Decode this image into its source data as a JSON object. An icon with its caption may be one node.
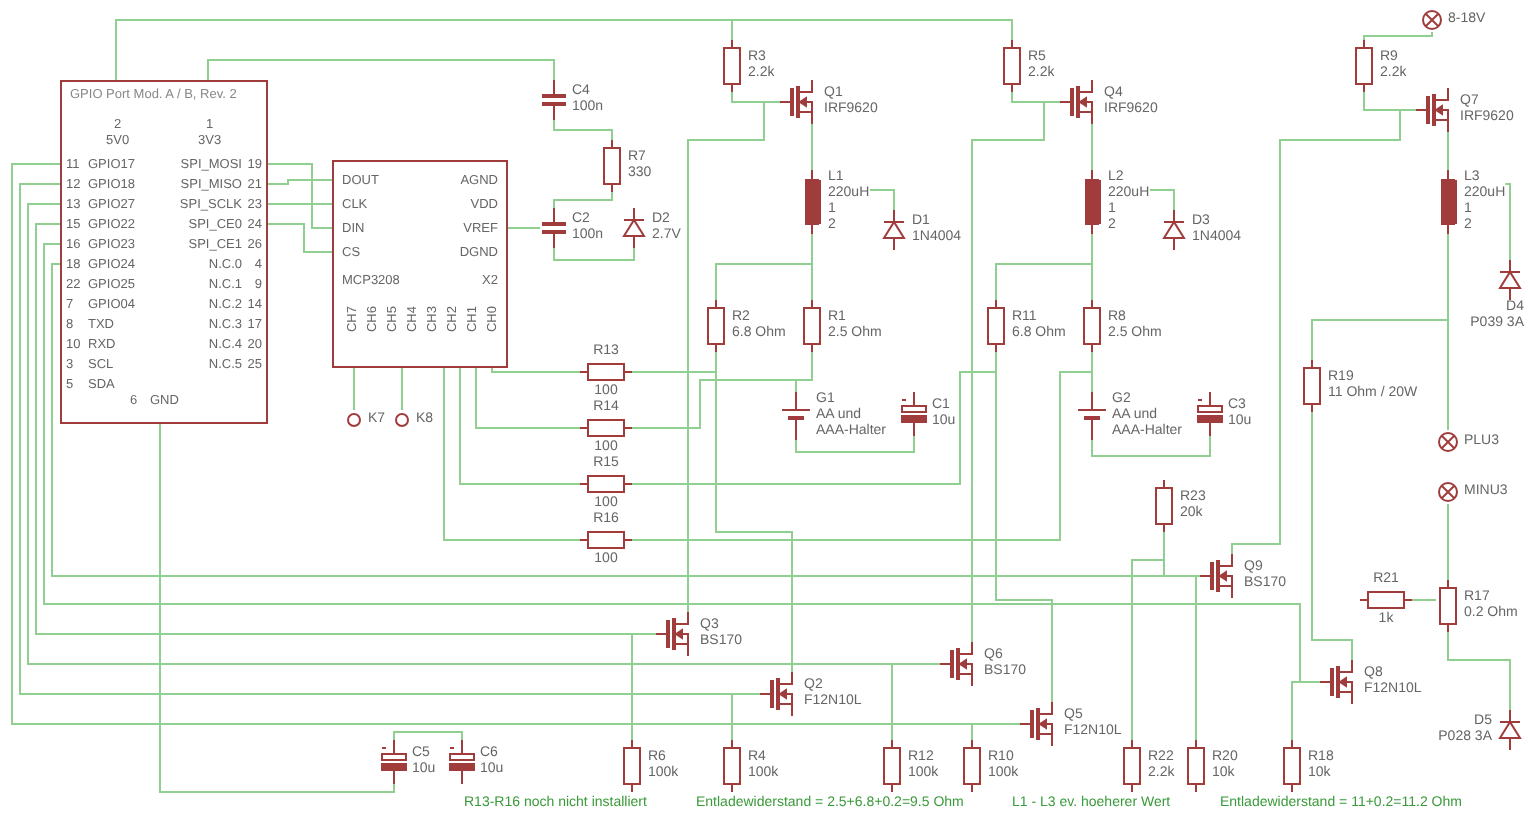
{
  "diagram": {
    "nodes": [
      {
        "text": [
          "GPIO Port Mod. A / B, Rev. 2",
          "5V0",
          "3V3",
          "GPIO17",
          "GPIO18",
          "GPIO27",
          "GPIO22",
          "GPIO23",
          "GPIO24",
          "GPIO25",
          "GPIO04",
          "TXD",
          "RXD",
          "SCL",
          "SDA",
          "SPI_MOSI",
          "SPI_MISO",
          "SPI_SCLK",
          "SPI_CE0",
          "SPI_CE1",
          "N.C.0",
          "N.C.1",
          "N.C.2",
          "N.C.3",
          "N.C.4",
          "N.C.5",
          "GND",
          "2",
          "1",
          "11",
          "12",
          "13",
          "15",
          "16",
          "18",
          "22",
          "7",
          "8",
          "10",
          "3",
          "5",
          "19",
          "21",
          "23",
          "24",
          "26",
          "4",
          "9",
          "14",
          "17",
          "20",
          "25",
          "6"
        ]
      },
      {
        "text": [
          "DOUT",
          "CLK",
          "DIN",
          "CS",
          "AGND",
          "VDD",
          "VREF",
          "DGND",
          "MCP3208",
          "X2",
          "CH7",
          "CH6",
          "CH5",
          "CH4",
          "CH3",
          "CH2",
          "CH1",
          "CH0"
        ]
      },
      {
        "text": [
          "C4",
          "100n"
        ]
      },
      {
        "text": [
          "R7",
          "330"
        ]
      },
      {
        "text": [
          "C2",
          "100n"
        ]
      },
      {
        "text": [
          "D2",
          "2.7V"
        ]
      },
      {
        "text": [
          "R3",
          "2.2k"
        ]
      },
      {
        "text": [
          "Q1",
          "IRF9620"
        ]
      },
      {
        "text": [
          "L1",
          "220uH",
          "1",
          "2"
        ]
      },
      {
        "text": [
          "D1",
          "1N4004"
        ]
      },
      {
        "text": [
          "R2",
          "6.8 Ohm"
        ]
      },
      {
        "text": [
          "R1",
          "2.5 Ohm"
        ]
      },
      {
        "text": [
          "R13",
          "100"
        ]
      },
      {
        "text": [
          "R14",
          "100"
        ]
      },
      {
        "text": [
          "R15",
          "100"
        ]
      },
      {
        "text": [
          "R16",
          "100"
        ]
      },
      {
        "text": [
          "Q3",
          "BS170"
        ]
      },
      {
        "text": [
          "Q2",
          "F12N10L"
        ]
      },
      {
        "text": [
          "G1",
          "AA und AAA-Halter"
        ]
      },
      {
        "text": [
          "C1",
          "10u"
        ]
      },
      {
        "text": [
          "R5",
          "2.2k"
        ]
      },
      {
        "text": [
          "Q4",
          "IRF9620"
        ]
      },
      {
        "text": [
          "L2",
          "220uH",
          "1",
          "2"
        ]
      },
      {
        "text": [
          "D3",
          "1N4004"
        ]
      },
      {
        "text": [
          "R11",
          "6.8 Ohm"
        ]
      },
      {
        "text": [
          "R8",
          "2.5 Ohm"
        ]
      },
      {
        "text": [
          "Q6",
          "BS170"
        ]
      },
      {
        "text": [
          "Q5",
          "F12N10L"
        ]
      },
      {
        "text": [
          "G2",
          "AA und AAA-Halter"
        ]
      },
      {
        "text": [
          "C3",
          "10u"
        ]
      },
      {
        "text": [
          "8-18V"
        ]
      },
      {
        "text": [
          "R9",
          "2.2k"
        ]
      },
      {
        "text": [
          "Q7",
          "IRF9620"
        ]
      },
      {
        "text": [
          "L3",
          "220uH",
          "1",
          "2"
        ]
      },
      {
        "text": [
          "D4",
          "P039 3A"
        ]
      },
      {
        "text": [
          "PLU3"
        ]
      },
      {
        "text": [
          "MINU3"
        ]
      },
      {
        "text": [
          "R19",
          "11 Ohm / 20W"
        ]
      },
      {
        "text": [
          "R23",
          "20k"
        ]
      },
      {
        "text": [
          "R21",
          "1k"
        ]
      },
      {
        "text": [
          "R17",
          "0.2 Ohm"
        ]
      },
      {
        "text": [
          "Q9",
          "BS170"
        ]
      },
      {
        "text": [
          "Q8",
          "F12N10L"
        ]
      },
      {
        "text": [
          "D5",
          "P028 3A"
        ]
      },
      {
        "text": [
          "R6",
          "100k"
        ]
      },
      {
        "text": [
          "R4",
          "100k"
        ]
      },
      {
        "text": [
          "R12",
          "100k"
        ]
      },
      {
        "text": [
          "R10",
          "100k"
        ]
      },
      {
        "text": [
          "R22",
          "2.2k"
        ]
      },
      {
        "text": [
          "R20",
          "10k"
        ]
      },
      {
        "text": [
          "R18",
          "10k"
        ]
      },
      {
        "text": [
          "C5",
          "10u"
        ]
      },
      {
        "text": [
          "C6",
          "10u"
        ]
      },
      {
        "text": [
          "K7"
        ]
      },
      {
        "text": [
          "K8"
        ]
      }
    ],
    "edges": [
      {
        "from": 0,
        "to": 1,
        "arrow": "none"
      },
      {
        "from": 0,
        "to": 1,
        "arrow": "none"
      },
      {
        "from": 0,
        "to": 1,
        "arrow": "none"
      },
      {
        "from": 0,
        "to": 1,
        "arrow": "none"
      },
      {
        "from": 0,
        "to": 2,
        "arrow": "none"
      },
      {
        "from": 2,
        "to": 3,
        "arrow": "none"
      },
      {
        "from": 3,
        "to": 4,
        "arrow": "none"
      },
      {
        "from": 4,
        "to": 5,
        "arrow": "none"
      },
      {
        "from": 1,
        "to": 4,
        "arrow": "none"
      },
      {
        "from": 0,
        "to": 6,
        "arrow": "none"
      },
      {
        "from": 6,
        "to": 7,
        "arrow": "none"
      },
      {
        "from": 7,
        "to": 8,
        "arrow": "none"
      },
      {
        "from": 8,
        "to": 9,
        "arrow": "none"
      },
      {
        "from": 8,
        "to": 10,
        "arrow": "none"
      },
      {
        "from": 8,
        "to": 11,
        "arrow": "none"
      },
      {
        "from": 11,
        "to": 18,
        "arrow": "none"
      },
      {
        "from": 18,
        "to": 19,
        "arrow": "none"
      },
      {
        "from": 6,
        "to": 20,
        "arrow": "none"
      },
      {
        "from": 20,
        "to": 21,
        "arrow": "none"
      },
      {
        "from": 21,
        "to": 22,
        "arrow": "none"
      },
      {
        "from": 22,
        "to": 23,
        "arrow": "none"
      },
      {
        "from": 22,
        "to": 24,
        "arrow": "none"
      },
      {
        "from": 22,
        "to": 25,
        "arrow": "none"
      },
      {
        "from": 25,
        "to": 28,
        "arrow": "none"
      },
      {
        "from": 28,
        "to": 29,
        "arrow": "none"
      },
      {
        "from": 30,
        "to": 31,
        "arrow": "none"
      },
      {
        "from": 31,
        "to": 32,
        "arrow": "none"
      },
      {
        "from": 32,
        "to": 33,
        "arrow": "none"
      },
      {
        "from": 33,
        "to": 34,
        "arrow": "none"
      },
      {
        "from": 33,
        "to": 37,
        "arrow": "none"
      },
      {
        "from": 33,
        "to": 35,
        "arrow": "none"
      },
      {
        "from": 36,
        "to": 40,
        "arrow": "none"
      },
      {
        "from": 40,
        "to": 39,
        "arrow": "none"
      },
      {
        "from": 40,
        "to": 43,
        "arrow": "none"
      },
      {
        "from": 37,
        "to": 42,
        "arrow": "none"
      },
      {
        "from": 38,
        "to": 41,
        "arrow": "none"
      },
      {
        "from": 0,
        "to": 16,
        "arrow": "none"
      },
      {
        "from": 0,
        "to": 17,
        "arrow": "none"
      },
      {
        "from": 0,
        "to": 26,
        "arrow": "none"
      },
      {
        "from": 0,
        "to": 27,
        "arrow": "none"
      },
      {
        "from": 0,
        "to": 41,
        "arrow": "none"
      },
      {
        "from": 0,
        "to": 42,
        "arrow": "none"
      },
      {
        "from": 16,
        "to": 7,
        "arrow": "none"
      },
      {
        "from": 26,
        "to": 21,
        "arrow": "none"
      },
      {
        "from": 41,
        "to": 32,
        "arrow": "none"
      },
      {
        "from": 17,
        "to": 10,
        "arrow": "none"
      },
      {
        "from": 27,
        "to": 24,
        "arrow": "none"
      },
      {
        "from": 16,
        "to": 44,
        "arrow": "none"
      },
      {
        "from": 17,
        "to": 45,
        "arrow": "none"
      },
      {
        "from": 26,
        "to": 46,
        "arrow": "none"
      },
      {
        "from": 27,
        "to": 47,
        "arrow": "none"
      },
      {
        "from": 41,
        "to": 49,
        "arrow": "none"
      },
      {
        "from": 42,
        "to": 50,
        "arrow": "none"
      },
      {
        "from": 38,
        "to": 48,
        "arrow": "none"
      },
      {
        "from": 1,
        "to": 12,
        "arrow": "none"
      },
      {
        "from": 1,
        "to": 13,
        "arrow": "none"
      },
      {
        "from": 1,
        "to": 14,
        "arrow": "none"
      },
      {
        "from": 1,
        "to": 15,
        "arrow": "none"
      },
      {
        "from": 12,
        "to": 10,
        "arrow": "none"
      },
      {
        "from": 13,
        "to": 11,
        "arrow": "none"
      },
      {
        "from": 14,
        "to": 24,
        "arrow": "none"
      },
      {
        "from": 15,
        "to": 25,
        "arrow": "none"
      },
      {
        "from": 1,
        "to": 53,
        "arrow": "none"
      },
      {
        "from": 1,
        "to": 54,
        "arrow": "none"
      },
      {
        "from": 0,
        "to": 51,
        "arrow": "none"
      },
      {
        "from": 51,
        "to": 52,
        "arrow": "none"
      }
    ],
    "labels": [
      "R13-R16 noch nicht installiert",
      "Entladewiderstand = 2.5+6.8+0.2=9.5 Ohm",
      "L1 - L3 ev. hoeherer Wert",
      "Entladewiderstand = 11+0.2=11.2 Ohm"
    ]
  }
}
